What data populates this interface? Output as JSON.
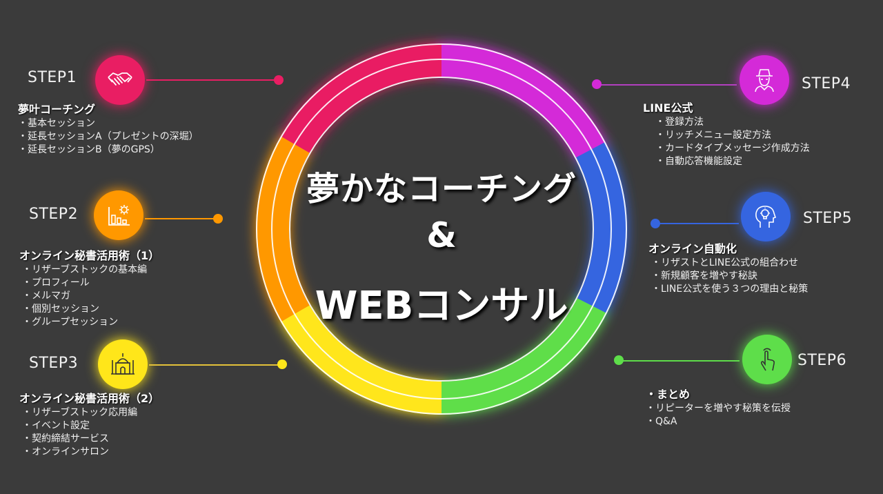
{
  "center": {
    "line1": "夢かなコーチング",
    "line2": "&",
    "line3": "WEBコンサル"
  },
  "colors": {
    "background": "#3b3b3b",
    "step1": "#e91e63",
    "step2": "#ff9800",
    "step3": "#ffe61a",
    "step4": "#d42ad8",
    "step5": "#3565e0",
    "step6": "#5ede4a"
  },
  "steps": [
    {
      "label": "STEP1",
      "icon": "handshake-icon",
      "heading": "夢叶コーチング",
      "items": [
        "基本セッション",
        "延長セッションA（プレゼントの深堀）",
        "延長セッションB（夢のGPS）"
      ]
    },
    {
      "label": "STEP2",
      "icon": "bar-chart-gear-icon",
      "heading": "オンライン秘書活用術（1）",
      "items": [
        "リザーブストックの基本編",
        "プロフィール",
        "メルマガ",
        "個別セッション",
        "グループセッション"
      ]
    },
    {
      "label": "STEP3",
      "icon": "mosque-icon",
      "heading": "オンライン秘書活用術（2）",
      "items": [
        "リザーブストック応用編",
        "イベント設定",
        "契約締結サービス",
        "オンラインサロン"
      ]
    },
    {
      "label": "STEP4",
      "icon": "detective-icon",
      "heading": "LINE公式",
      "items": [
        "登録方法",
        "リッチメニュー設定方法",
        "カードタイプメッセージ作成方法",
        "自動応答機能設定"
      ]
    },
    {
      "label": "STEP5",
      "icon": "head-lightbulb-icon",
      "heading": "オンライン自動化",
      "items": [
        "リザストとLINE公式の組合わせ",
        "新規顧客を増やす秘訣",
        "LINE公式を使う３つの理由と秘策"
      ]
    },
    {
      "label": "STEP6",
      "icon": "touch-hand-icon",
      "heading": "・まとめ",
      "items": [
        "リピーターを増やす秘策を伝授",
        "Q&A"
      ]
    }
  ]
}
